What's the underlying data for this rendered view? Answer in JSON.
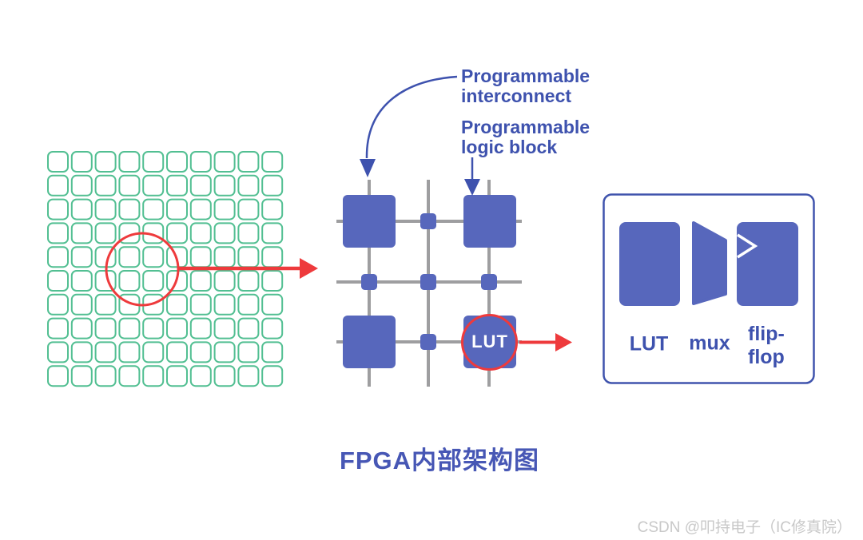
{
  "diagram": {
    "title": "FPGA内部架构图",
    "watermark": "CSDN @叩持电子（IC修真院）",
    "array": {
      "rows": 10,
      "cols": 10
    },
    "callouts": {
      "interconnect": "Programmable interconnect",
      "logic_block": "Programmable logic block"
    },
    "logic_block_label": "LUT",
    "detail": {
      "lut": "LUT",
      "mux": "mux",
      "flipflop": "flip-flop"
    },
    "colors": {
      "block_blue": "#5767BC",
      "text_blue": "#3E52AE",
      "title_blue": "#4757B5",
      "grid_green": "#52BF92",
      "routing_gray": "#9E9EA0",
      "highlight_red": "#EE3A3C",
      "watermark_gray": "#C8C8C8"
    }
  }
}
